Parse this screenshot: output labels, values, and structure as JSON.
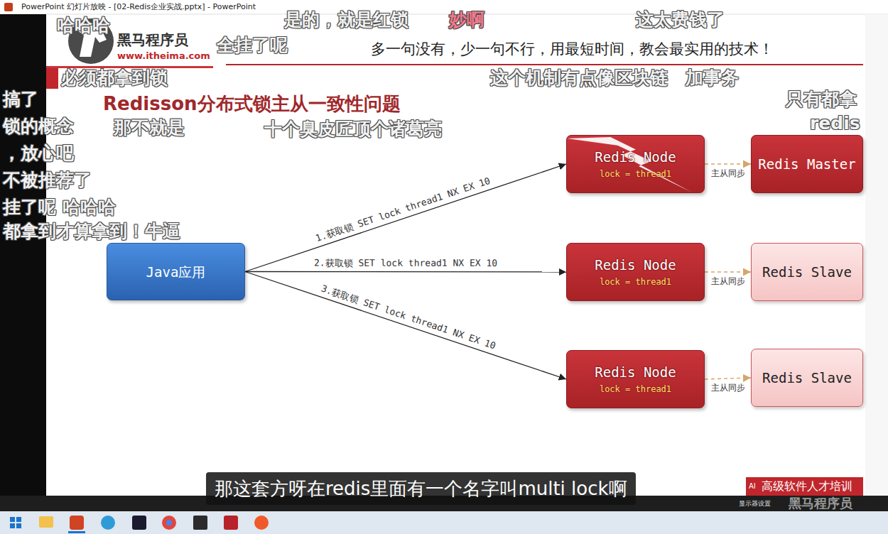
{
  "diagram": {
    "title": "Redisson分布式锁主从一致性问题",
    "nodes": [
      {
        "text": [
          "Java应用"
        ]
      },
      {
        "text": [
          "Redis Node",
          "lock = thread1"
        ]
      },
      {
        "text": [
          "Redis Master"
        ]
      },
      {
        "text": [
          "Redis Node",
          "lock = thread1"
        ]
      },
      {
        "text": [
          "Redis Slave"
        ]
      },
      {
        "text": [
          "Redis Node",
          "lock = thread1"
        ]
      },
      {
        "text": [
          "Redis Slave"
        ]
      }
    ],
    "edges": [
      {
        "from": 0,
        "to": 1,
        "label": "1.获取锁 SET lock thread1 NX EX 10",
        "arrow": "to"
      },
      {
        "from": 0,
        "to": 3,
        "label": "2.获取锁 SET lock thread1 NX EX 10",
        "arrow": "to"
      },
      {
        "from": 0,
        "to": 5,
        "label": "3.获取锁 SET lock thread1 NX EX 10",
        "arrow": "to"
      },
      {
        "from": 1,
        "to": 2,
        "label": "主从同步",
        "arrow": "to"
      },
      {
        "from": 3,
        "to": 4,
        "label": "主从同步",
        "arrow": "to"
      },
      {
        "from": 5,
        "to": 6,
        "label": "主从同步",
        "arrow": "to"
      }
    ],
    "labels": [
      "PowerPoint 幻灯片放映 - [02-Redis企业实战.pptx] - PowerPoint",
      "黑马程序员",
      "www.itheima.com",
      "多一句没有，少一句不行，用最短时间，教会最实用的技术！",
      "哈哈哈",
      "是的，就是红锁",
      "妙啊",
      "这太费钱了",
      "全挂了呢",
      "这个机制有点像区块链",
      "加事务",
      "必须都拿到锁",
      "那不就是",
      "十个臭皮匠顶个诸葛亮",
      "只有都拿",
      "redis",
      "搞了",
      "锁的概念",
      "，放心吧",
      "不被推荐了",
      "挂了呢 哈哈哈",
      "都拿到才算拿到！牛逼",
      "那这套方呀在redis里面有一个名字叫multi lock啊",
      "高级软件人才培训",
      "AI",
      "显示器设置",
      "黑马程序员"
    ]
  }
}
